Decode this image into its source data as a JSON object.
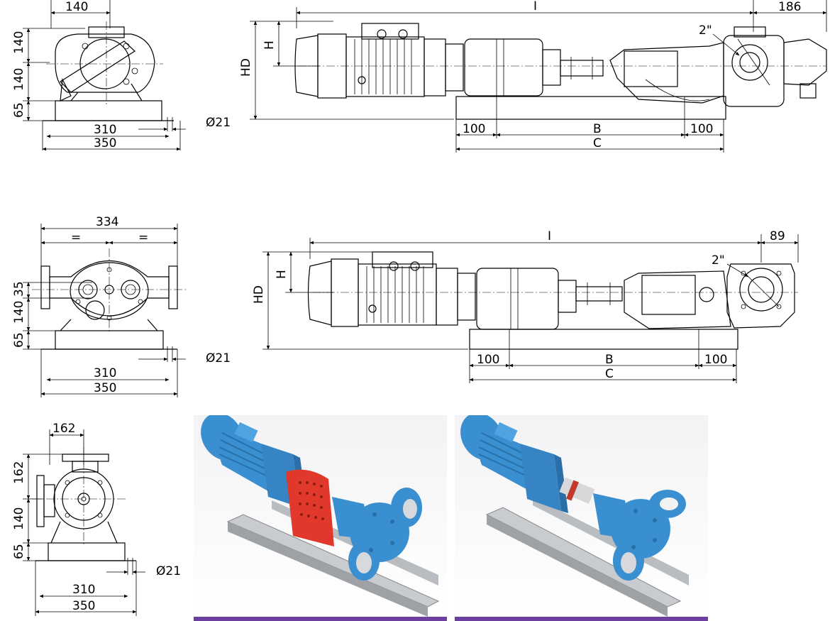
{
  "config1": {
    "side": {
      "width": "140",
      "h_top": "140",
      "h_mid": "140",
      "h_base": "65",
      "base_inner": "310",
      "base_outer": "350",
      "hole": "Ø21"
    },
    "main": {
      "overall": "I",
      "end": "186",
      "port": "2\"",
      "H": "H",
      "HD": "HD",
      "left_margin": "100",
      "B": "B",
      "right_margin": "100",
      "C": "C"
    }
  },
  "config2": {
    "side": {
      "width": "334",
      "eq1": "=",
      "eq2": "=",
      "h_top": "35",
      "h_mid": "140",
      "h_base": "65",
      "base_inner": "310",
      "base_outer": "350",
      "hole": "Ø21"
    },
    "main": {
      "overall": "I",
      "end": "89",
      "port": "2\"",
      "H": "H",
      "HD": "HD",
      "left_margin": "100",
      "B": "B",
      "right_margin": "100",
      "C": "C"
    }
  },
  "config3": {
    "side": {
      "width": "162",
      "h_top": "162",
      "h_mid": "140",
      "h_base": "65",
      "base_inner": "310",
      "base_outer": "350",
      "hole": "Ø21"
    }
  },
  "colors": {
    "pump_blue": "#3a8fd0",
    "guard_red": "#e0392b",
    "frame_steel": "#b9bcc0",
    "accent_purple": "#6c3fa0"
  },
  "photos": [
    {
      "name": "pump-with-coupling-guard"
    },
    {
      "name": "pump-without-coupling-guard"
    }
  ]
}
